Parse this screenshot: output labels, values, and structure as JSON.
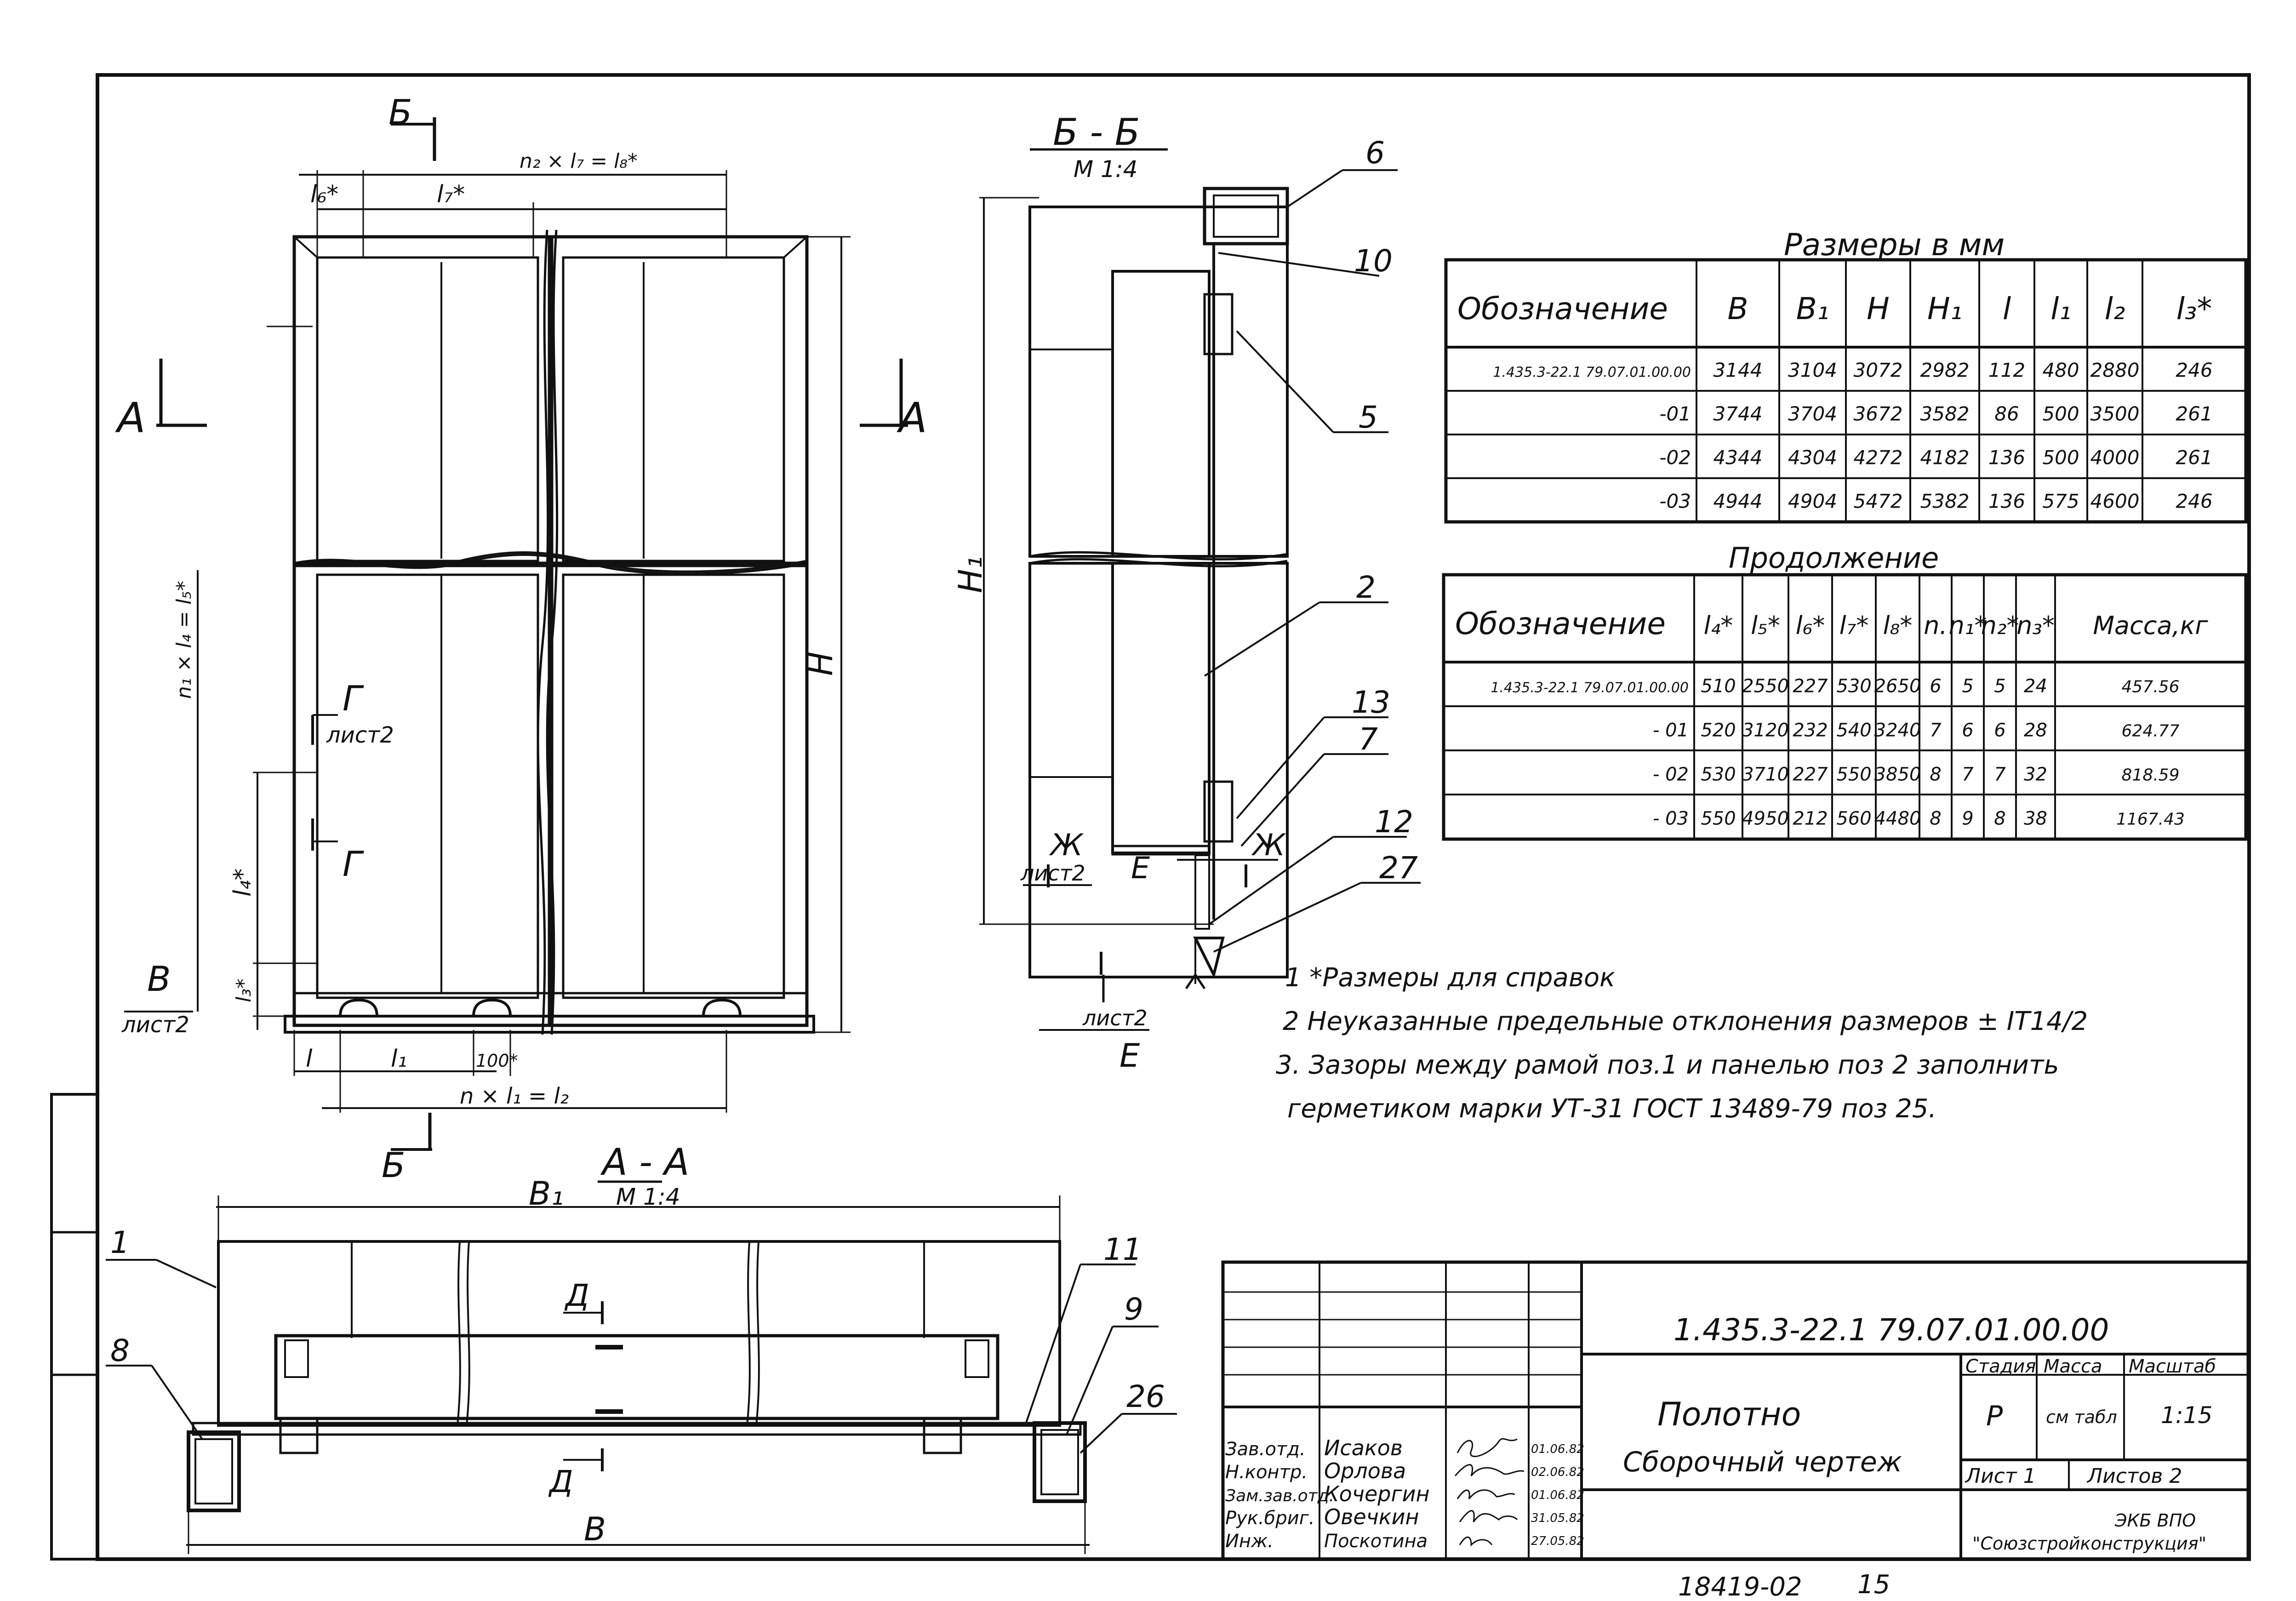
{
  "view_bb": {
    "title": "Б - Б",
    "scale": "М 1:4",
    "cut_marks": [
      "Ж",
      "лист2",
      "Ж",
      "Е"
    ],
    "bottom_mark": "лист2",
    "bottom_letter": "Е",
    "height_label": "H₁",
    "callouts": [
      "6",
      "10",
      "5",
      "2",
      "13",
      "7",
      "12",
      "27"
    ]
  },
  "front_view": {
    "section_a_left": "А",
    "section_a_right": "А",
    "section_b_top": "Б",
    "section_b_bottom": "Б",
    "dim_top_l6": "l₆*",
    "dim_top_l7": "l₇*",
    "dim_top_total": "n₂ × l₇ = l₈*",
    "dim_height": "H",
    "dim_left_total": "n₁ × l₄ = l₅*",
    "dim_left_l4": "l₄*",
    "dim_left_l3": "l₃*",
    "mark_g": "Г",
    "mark_g_sheet": "лист2",
    "mark_g2": "Г",
    "mark_v": "В",
    "mark_v_sheet": "лист2",
    "dim_bottom_l": "l",
    "dim_bottom_l1": "l₁",
    "dim_bottom_100": "100*",
    "dim_bottom_total": "n × l₁ = l₂"
  },
  "view_aa": {
    "title": "А - А",
    "scale": "М 1:4",
    "dim_b1": "B₁",
    "dim_b": "B",
    "mark_d_top": "Д",
    "mark_d_bottom": "Д",
    "callouts": [
      "1",
      "8",
      "11",
      "9",
      "26"
    ]
  },
  "table_sizes": {
    "title": "Размеры в мм",
    "headers": [
      "Обозначение",
      "B",
      "B₁",
      "H",
      "H₁",
      "l",
      "l₁",
      "l₂",
      "l₃*"
    ],
    "rows": [
      [
        "1.435.3-22.1 79.07.01.00.00",
        "3144",
        "3104",
        "3072",
        "2982",
        "112",
        "480",
        "2880",
        "246"
      ],
      [
        "-01",
        "3744",
        "3704",
        "3672",
        "3582",
        "86",
        "500",
        "3500",
        "261"
      ],
      [
        "-02",
        "4344",
        "4304",
        "4272",
        "4182",
        "136",
        "500",
        "4000",
        "261"
      ],
      [
        "-03",
        "4944",
        "4904",
        "5472",
        "5382",
        "136",
        "575",
        "4600",
        "246"
      ]
    ]
  },
  "table_cont": {
    "title": "Продолжение",
    "headers": [
      "Обозначение",
      "l₄*",
      "l₅*",
      "l₆*",
      "l₇*",
      "l₈*",
      "n.",
      "n₁*",
      "n₂*",
      "n₃*",
      "Масса,кг"
    ],
    "rows": [
      [
        "1.435.3-22.1 79.07.01.00.00",
        "510",
        "2550",
        "227",
        "530",
        "2650",
        "6",
        "5",
        "5",
        "24",
        "457.56"
      ],
      [
        "- 01",
        "520",
        "3120",
        "232",
        "540",
        "3240",
        "7",
        "6",
        "6",
        "28",
        "624.77"
      ],
      [
        "- 02",
        "530",
        "3710",
        "227",
        "550",
        "3850",
        "8",
        "7",
        "7",
        "32",
        "818.59"
      ],
      [
        "- 03",
        "550",
        "4950",
        "212",
        "560",
        "4480",
        "8",
        "9",
        "8",
        "38",
        "1167.43"
      ]
    ]
  },
  "notes": [
    "1 *Размеры для справок",
    "2 Неуказанные предельные отклонения размеров ± IT14/2",
    "3. Зазоры между рамой поз.1 и панелью поз 2 заполнить",
    "герметиком марки УТ-31 ГОСТ 13489-79 поз 25."
  ],
  "title_block": {
    "designation": "1.435.3-22.1  79.07.01.00.00",
    "name_line1": "Полотно",
    "name_line2": "Сборочный чертеж",
    "stage_h": "Стадия",
    "mass_h": "Масса",
    "scale_h": "Масштаб",
    "stage": "Р",
    "mass": "см табл",
    "scale": "1:15",
    "sheet": "Лист 1",
    "sheets": "Листов 2",
    "org_line1": "ЭКБ ВПО",
    "org_line2": "\"Союзстройконструкция\"",
    "roles": [
      "Зав.отд.",
      "Н.контр.",
      "Зам.зав.отд.",
      "Рук.бриг.",
      "Инж."
    ],
    "names": [
      "Исаков",
      "Орлова",
      "Кочергин",
      "Овечкин",
      "Поскотина"
    ],
    "dates": [
      "01.06.82",
      "02.06.82",
      "01.06.82",
      "31.05.82",
      "27.05.82"
    ]
  },
  "footer": {
    "code": "18419-02",
    "page": "15"
  }
}
